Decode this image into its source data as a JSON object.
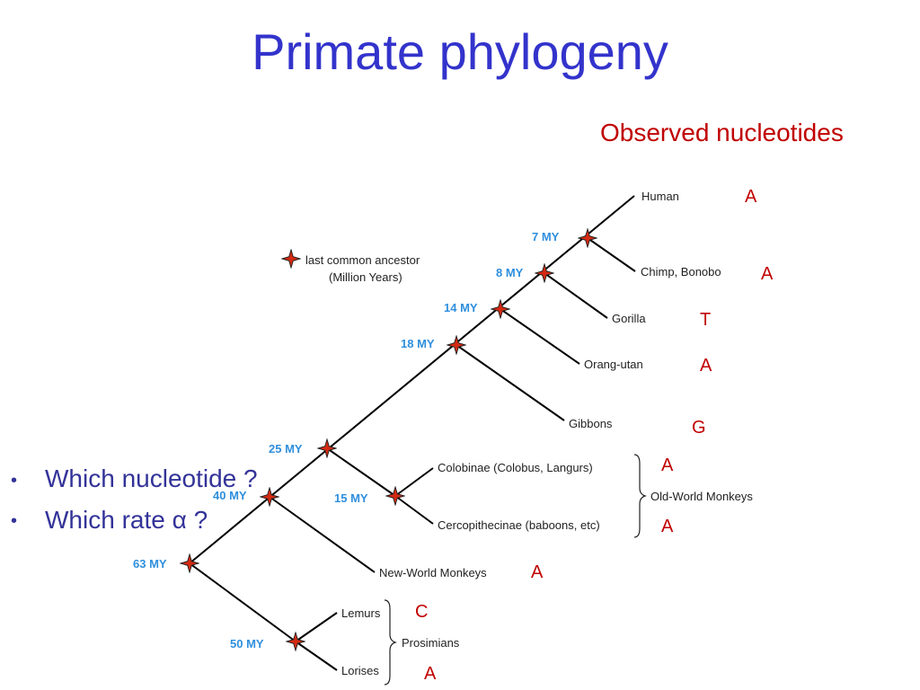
{
  "slide": {
    "title": "Primate phylogeny",
    "observed_header": "Observed nucleotides",
    "bullets": [
      "Which nucleotide ?",
      "Which rate α ?"
    ]
  },
  "legend": {
    "line1": "last common ancestor",
    "line2": "(Million Years)"
  },
  "nodes": {
    "n7": "7 MY",
    "n8": "8 MY",
    "n14": "14 MY",
    "n18": "18 MY",
    "n25": "25 MY",
    "n15": "15 MY",
    "n40": "40 MY",
    "n63": "63 MY",
    "n50": "50 MY"
  },
  "taxa": {
    "human": "Human",
    "chimp": "Chimp, Bonobo",
    "gorilla": "Gorilla",
    "orang": "Orang-utan",
    "gibbons": "Gibbons",
    "colobinae": "Colobinae (Colobus, Langurs)",
    "cercopith": "Cercopithecinae (baboons, etc)",
    "newworld": "New-World Monkeys",
    "lemurs": "Lemurs",
    "lorises": "Lorises"
  },
  "groups": {
    "oldworld": "Old-World Monkeys",
    "prosimians": "Prosimians"
  },
  "nucleotides": {
    "human": "A",
    "chimp": "A",
    "gorilla": "T",
    "orang": "A",
    "gibbons": "G",
    "colobinae": "A",
    "cercopith": "A",
    "newworld": "A",
    "lemurs": "C",
    "lorises": "A"
  },
  "colors": {
    "title": "#3333cc",
    "nucleotide": "#c00000",
    "node_label": "#2f8fdd",
    "marker": "#d42a12"
  }
}
